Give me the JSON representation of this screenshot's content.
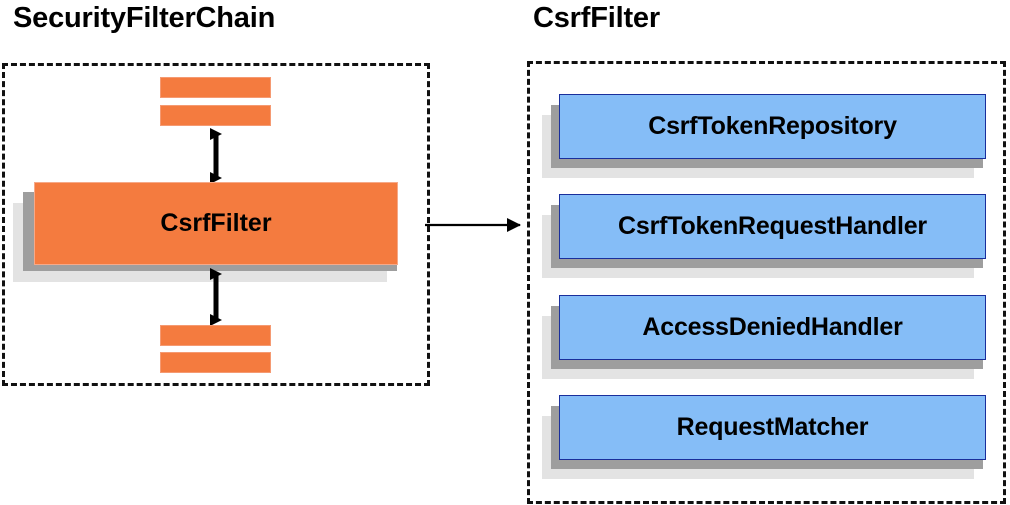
{
  "diagram": {
    "type": "component-relationship-diagram",
    "background_color": "#ffffff",
    "colors": {
      "orange_fill": "#f47b3f",
      "orange_border": "#f6a988",
      "blue_fill": "#85bdf7",
      "blue_border": "#1a2f9c",
      "shadow_near": "#9e9e9e",
      "shadow_far": "#e3e3e3",
      "panel_border": "#111111",
      "text": "#000000"
    }
  },
  "left_panel": {
    "title": "SecurityFilterChain",
    "border_style": "dashed",
    "filters_above": [
      {
        "label": ""
      },
      {
        "label": ""
      }
    ],
    "main_box": {
      "label": "CsrfFilter"
    },
    "filters_below": [
      {
        "label": ""
      },
      {
        "label": ""
      }
    ],
    "arrow_above": {
      "type": "double-headed-vertical-arrow"
    },
    "arrow_below": {
      "type": "double-headed-vertical-arrow"
    }
  },
  "connector": {
    "type": "single-headed-horizontal-arrow",
    "from": "SecurityFilterChain.CsrfFilter",
    "to": "CsrfFilter"
  },
  "right_panel": {
    "title": "CsrfFilter",
    "border_style": "dashed",
    "collaborators": [
      {
        "label": "CsrfTokenRepository"
      },
      {
        "label": "CsrfTokenRequestHandler"
      },
      {
        "label": "AccessDeniedHandler"
      },
      {
        "label": "RequestMatcher"
      }
    ]
  }
}
